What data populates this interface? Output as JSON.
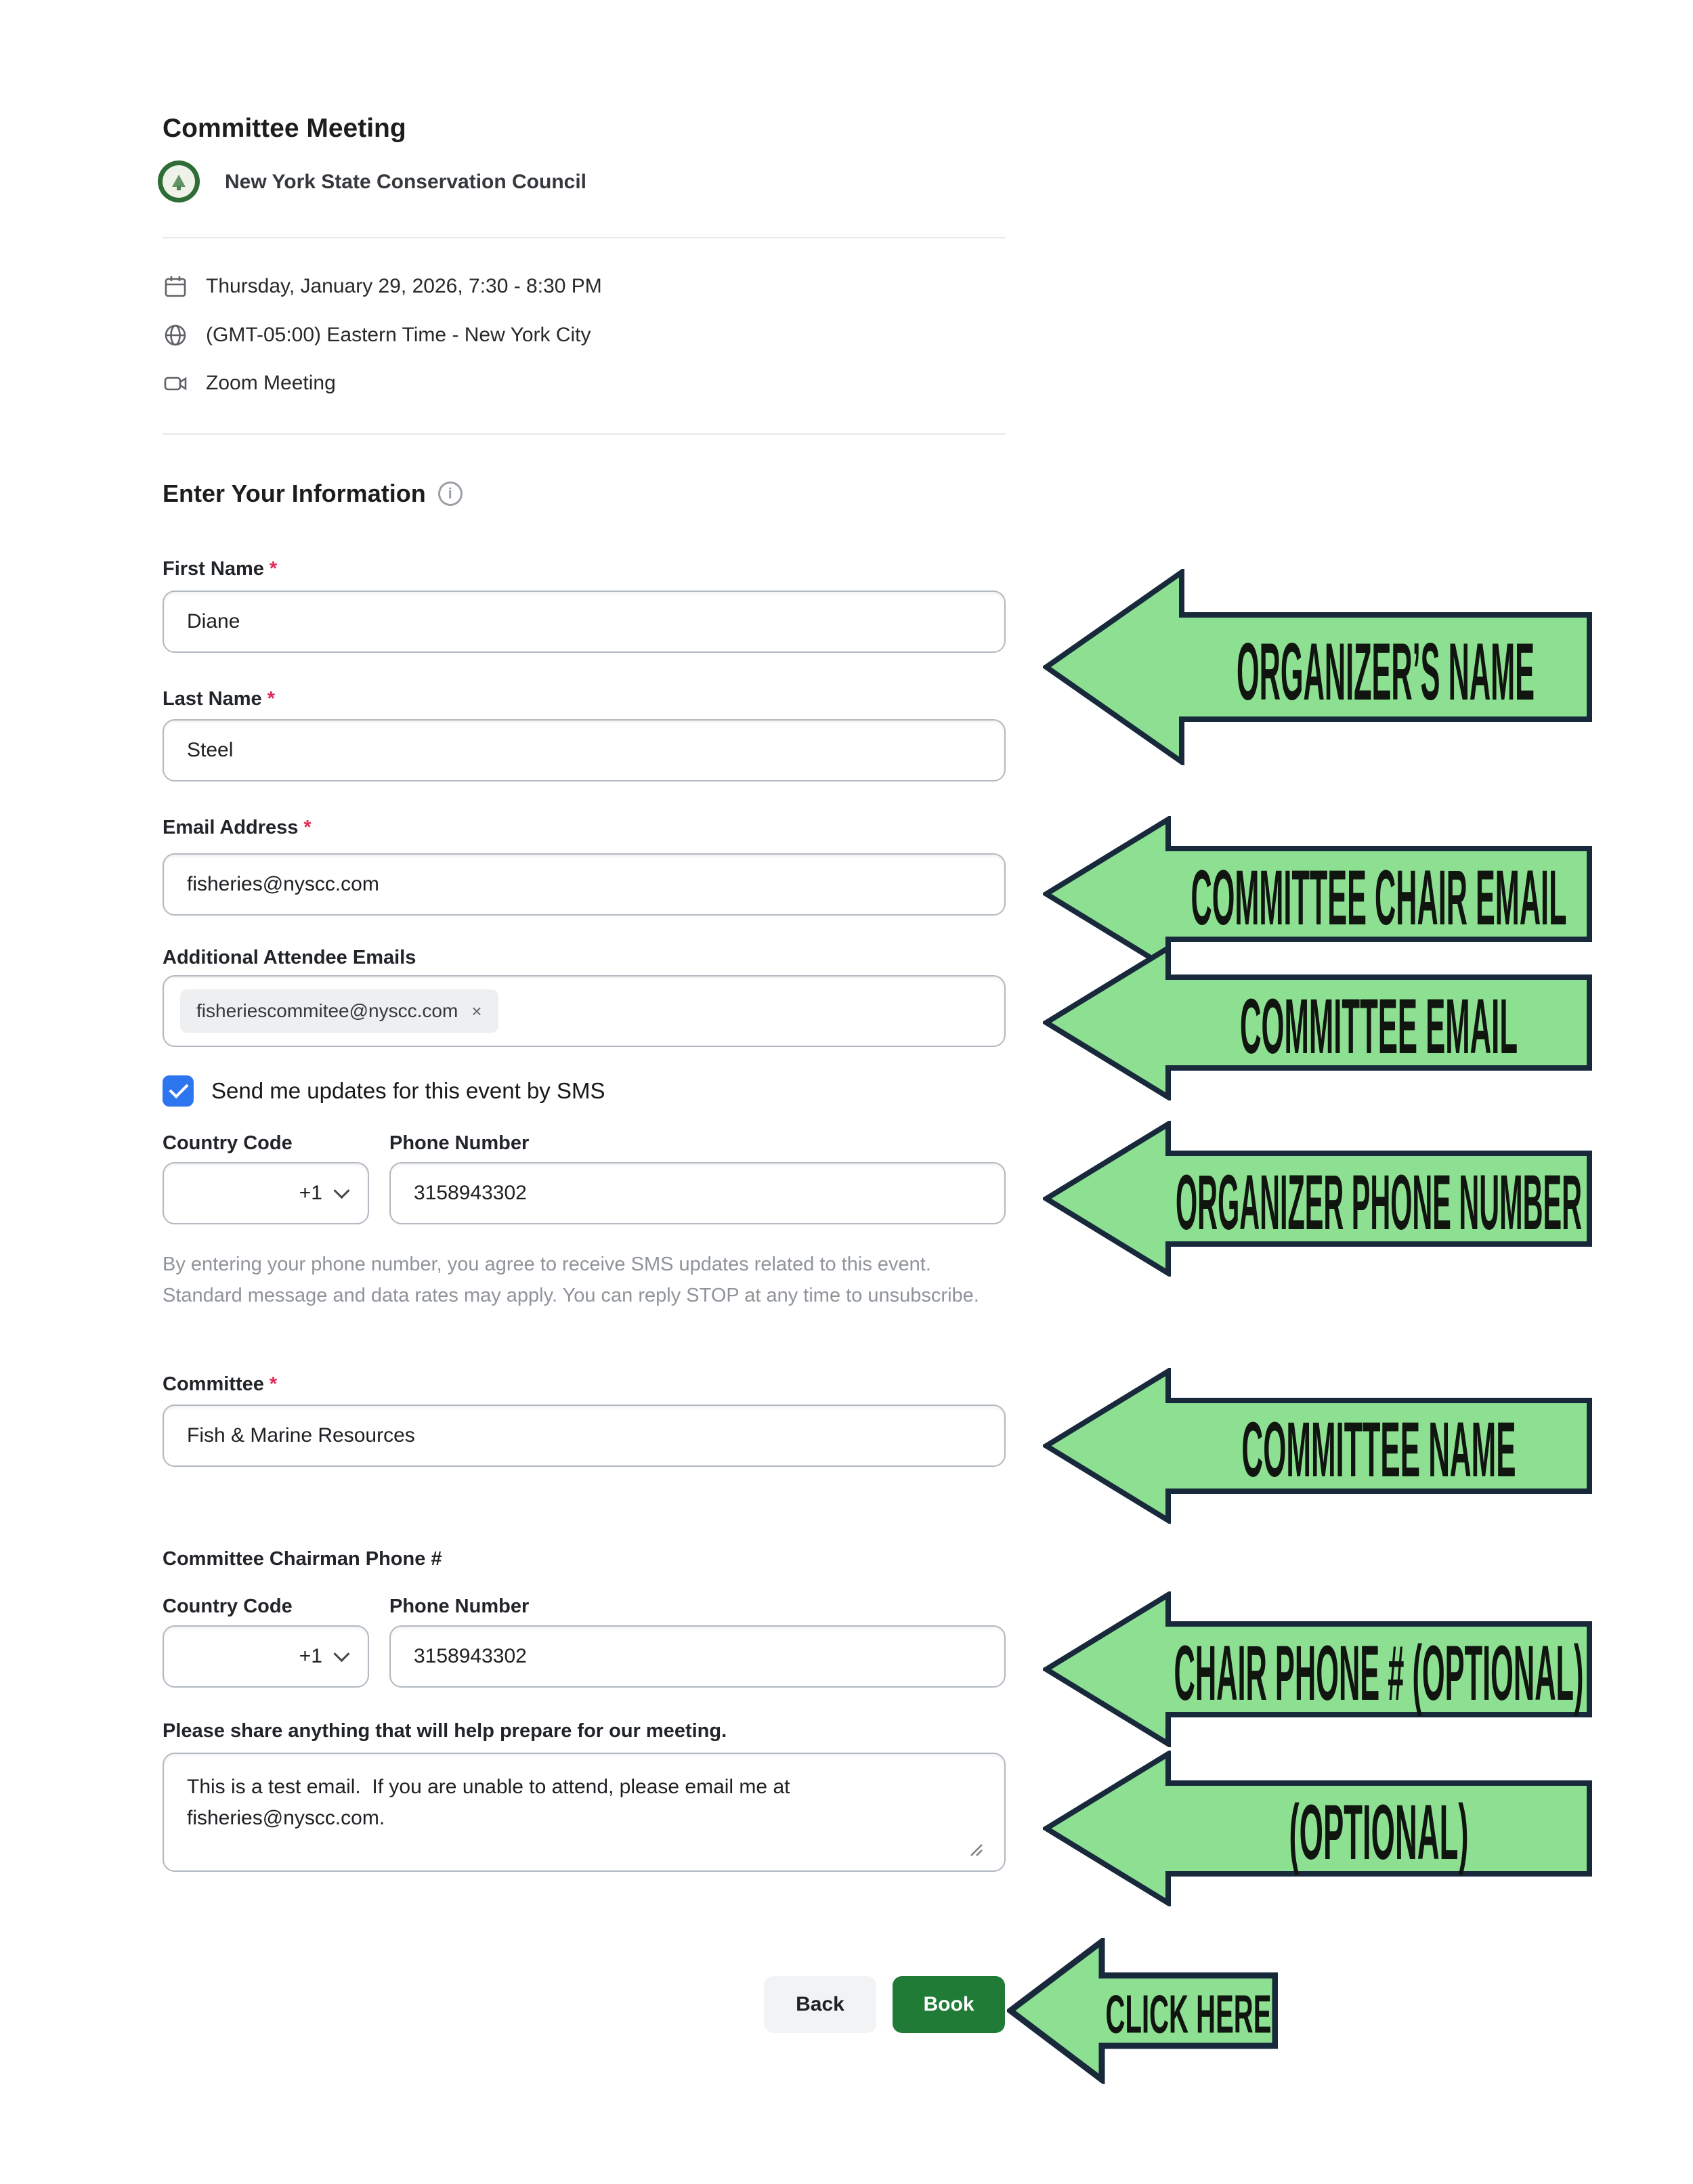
{
  "event": {
    "title": "Committee Meeting",
    "organizer": "New York State Conservation Council",
    "schedule": {
      "datetime": "Thursday, January 29, 2026, 7:30 - 8:30 PM",
      "timezone": "(GMT-05:00) Eastern Time - New York City",
      "location": "Zoom Meeting"
    }
  },
  "form": {
    "heading": "Enter Your Information",
    "required_marker": "*",
    "first_name": {
      "label": "First Name",
      "value": "Diane"
    },
    "last_name": {
      "label": "Last Name",
      "value": "Steel"
    },
    "email": {
      "label": "Email Address",
      "value": "fisheries@nyscc.com"
    },
    "attendee_emails": {
      "label": "Additional Attendee Emails",
      "chip": "fisheriescommitee@nyscc.com",
      "remove_glyph": "×"
    },
    "sms": {
      "label": "Send me updates for this event by SMS",
      "checked": true
    },
    "phone": {
      "country_label": "Country Code",
      "number_label": "Phone Number",
      "country_code": "+1",
      "number": "3158943302"
    },
    "sms_disclaimer": "By entering your phone number, you agree to receive SMS updates related to this event. Standard message and data rates may apply. You can reply STOP at any time to unsubscribe.",
    "committee": {
      "label": "Committee",
      "value": "Fish & Marine Resources"
    },
    "chair_phone": {
      "label": "Committee Chairman Phone #",
      "country_label": "Country Code",
      "number_label": "Phone Number",
      "country_code": "+1",
      "number": "3158943302"
    },
    "notes": {
      "label": "Please share anything that will help prepare for our meeting.",
      "value": "This is a test email.  If you are unable to attend, please email me at fisheries@nyscc.com."
    },
    "back_label": "Back",
    "book_label": "Book"
  },
  "icons": {
    "info_glyph": "i"
  },
  "annotations": {
    "arrow_fill": "#8de091",
    "arrow_border": "#17293a",
    "arrows": [
      {
        "label": "ORGANIZER’S NAME"
      },
      {
        "label": "COMMITTEE CHAIR EMAIL"
      },
      {
        "label": "COMMITTEE EMAIL"
      },
      {
        "label": "ORGANIZER PHONE NUMBER"
      },
      {
        "label": "COMMITTEE NAME"
      },
      {
        "label": "CHAIR PHONE # (OPTIONAL)"
      },
      {
        "label": "(OPTIONAL)"
      },
      {
        "label": "CLICK HERE"
      }
    ]
  },
  "colors": {
    "book_button_green": "#1f7b36",
    "checkbox_blue": "#2e76f0",
    "required_red": "#e02b58"
  }
}
